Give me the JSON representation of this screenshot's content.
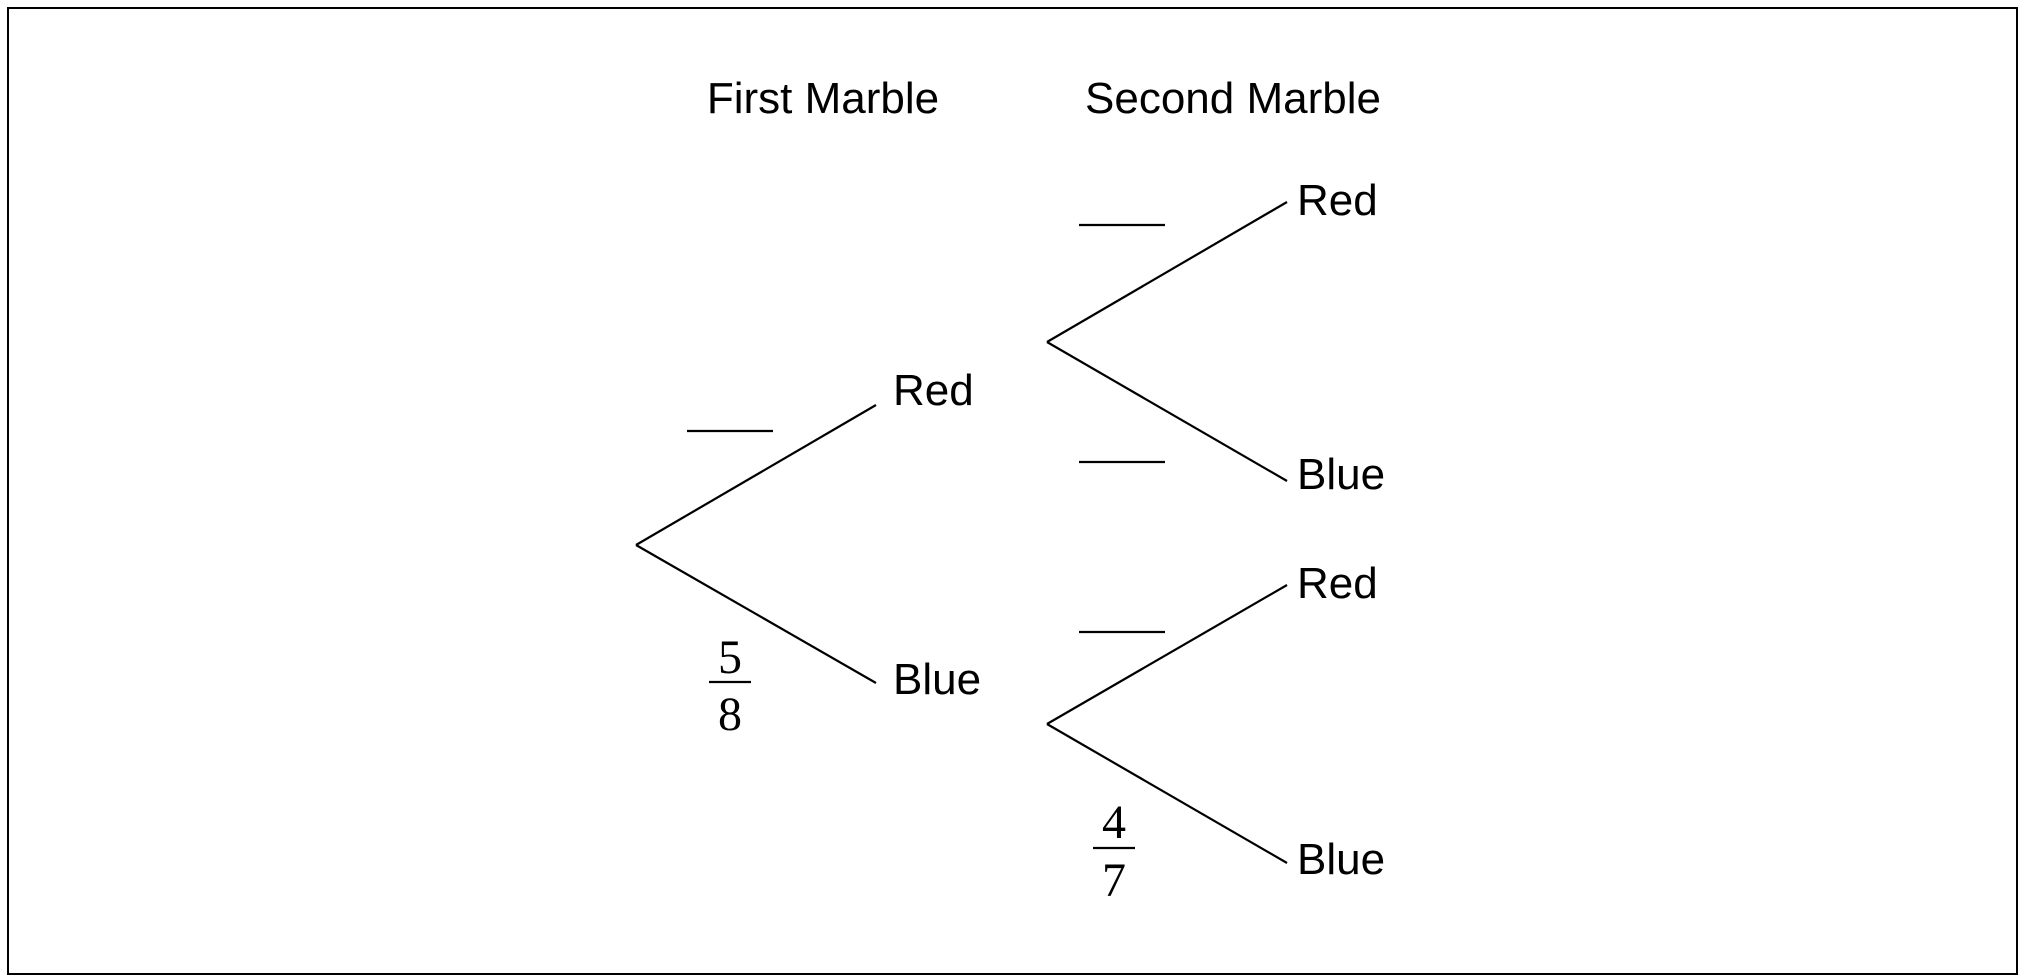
{
  "headers": {
    "first": "First Marble",
    "second": "Second Marble"
  },
  "first_draw": {
    "red_label": "Red",
    "blue_label": "Blue",
    "blue_probability": {
      "numerator": "5",
      "denominator": "8"
    }
  },
  "second_draw": {
    "after_red": {
      "red_label": "Red",
      "blue_label": "Blue"
    },
    "after_blue": {
      "red_label": "Red",
      "blue_label": "Blue",
      "blue_probability": {
        "numerator": "4",
        "denominator": "7"
      }
    }
  }
}
